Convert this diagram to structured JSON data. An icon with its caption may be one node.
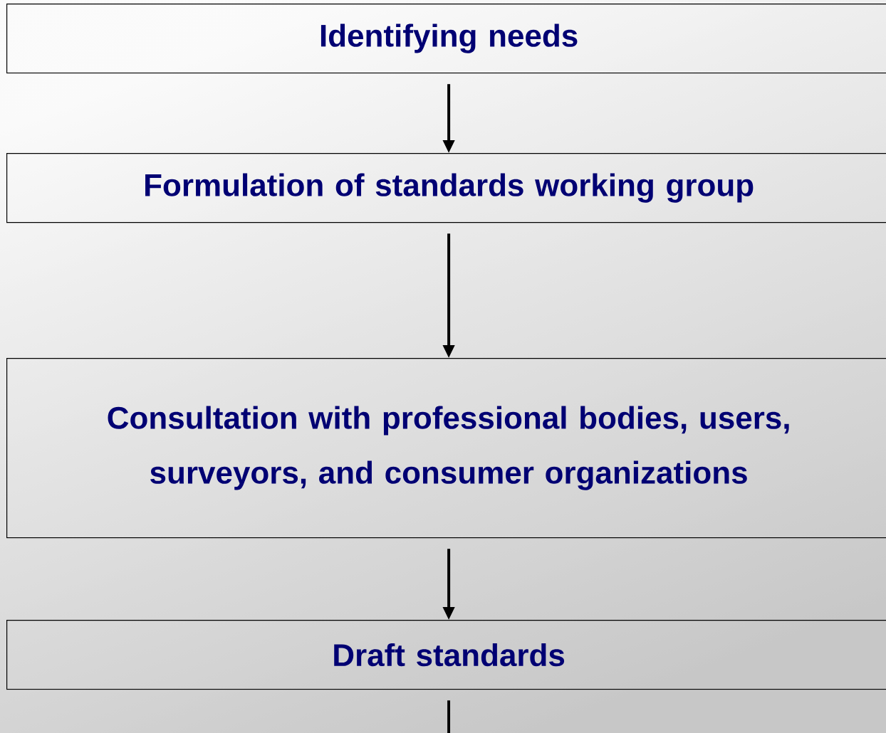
{
  "diagram": {
    "nodes": [
      {
        "text": [
          "Identifying needs"
        ]
      },
      {
        "text": [
          "Formulation of standards working group"
        ]
      },
      {
        "text": [
          "Consultation with professional bodies, users, surveyors, and consumer organizations"
        ]
      },
      {
        "text": [
          "Draft standards"
        ]
      }
    ],
    "edges": [
      {
        "from": 0,
        "to": 1,
        "arrow": "to"
      },
      {
        "from": 1,
        "to": 2,
        "arrow": "to"
      },
      {
        "from": 2,
        "to": 3,
        "arrow": "to"
      },
      {
        "from": 3,
        "to": null,
        "arrow": "none"
      }
    ]
  }
}
